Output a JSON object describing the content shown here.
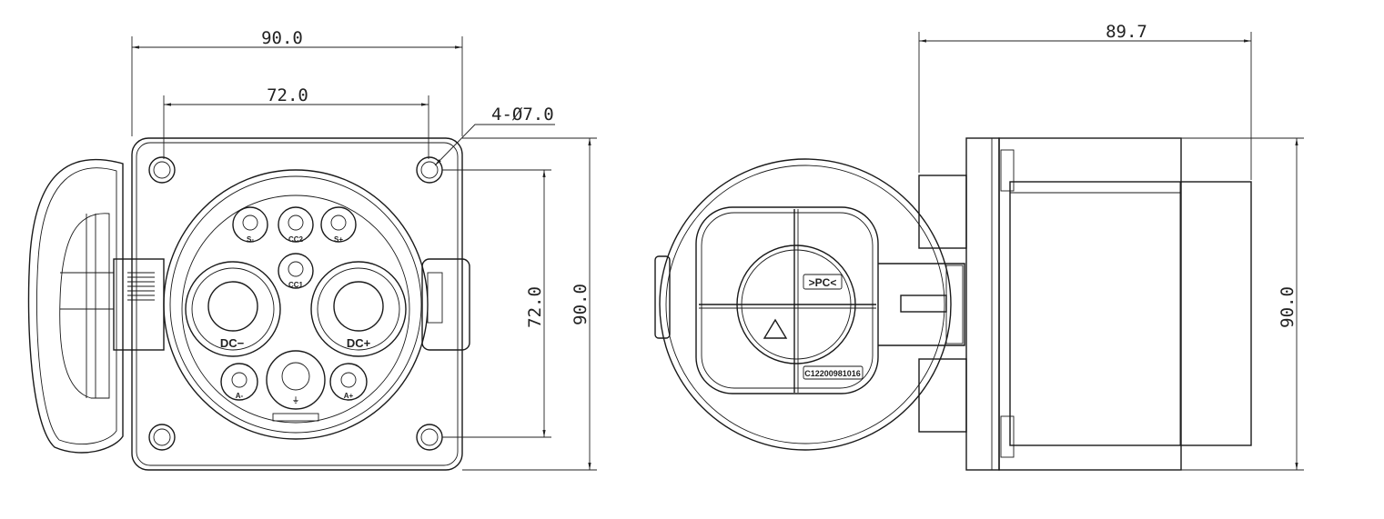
{
  "front_view": {
    "dims": {
      "overall_width": "90.0",
      "hole_spacing_width": "72.0",
      "hole_callout": "4-Ø7.0",
      "hole_spacing_height": "72.0",
      "overall_height": "90.0"
    },
    "pins": {
      "s_minus": "S-",
      "cc2": "CC2",
      "s_plus": "S+",
      "cc1": "CC1",
      "dc_minus": "DC−",
      "dc_plus": "DC+",
      "a_minus": "A-",
      "a_plus": "A+",
      "pe": "⏚"
    }
  },
  "side_view": {
    "dims": {
      "depth": "89.7",
      "overall_height": "90.0"
    },
    "cap": {
      "material_mark": ">PC<",
      "serial": "C12200981016"
    }
  }
}
